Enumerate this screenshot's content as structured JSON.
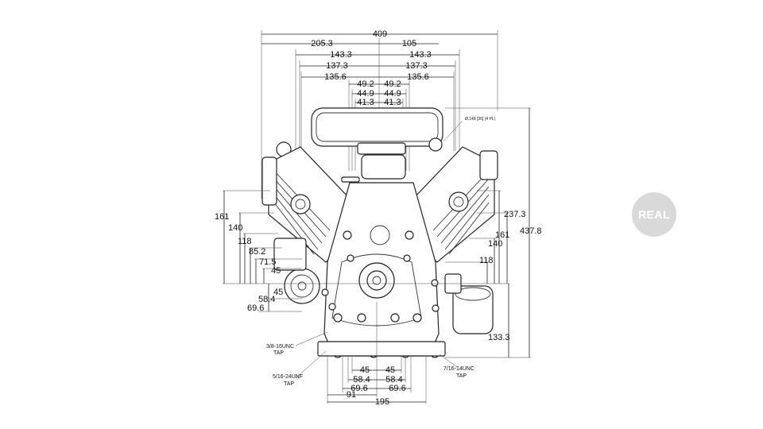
{
  "badge": {
    "label": "REAL"
  },
  "top_dims": {
    "overall": "409",
    "left_overall": "205.3",
    "right_overall": "105",
    "l1": "143.3",
    "r1": "143.3",
    "l2": "137.3",
    "r2": "137.3",
    "l3": "135.6",
    "r3": "135.6",
    "c1l": "49.2",
    "c1r": "49.2",
    "c2l": "44.9",
    "c2r": "44.9",
    "c3l": "41.3",
    "c3r": "41.3"
  },
  "left_dims": [
    "161",
    "140",
    "118",
    "85.2",
    "71.5",
    "45",
    "45",
    "58.4",
    "69.6"
  ],
  "right_dims": {
    "h1": "237.3",
    "h2": "437.8",
    "h3": "161",
    "h4": "140",
    "h5": "118",
    "h6": "133.3"
  },
  "bottom_dims": {
    "l45": "45",
    "r45": "45",
    "l58": "58.4",
    "r58": "58.4",
    "l69": "69.6",
    "r69": "69.6",
    "d91": "91",
    "d195": "195"
  },
  "notes": {
    "tap1_line1": "3/8-16UNC",
    "tap1_line2": "TAP",
    "tap2_line1": "5/16-24UNF",
    "tap2_line2": "TAP",
    "tap3_line1": "7/16-14UNC",
    "tap3_line2": "TAP",
    "small_note": "Ø.148 [36] (4 PL)"
  }
}
